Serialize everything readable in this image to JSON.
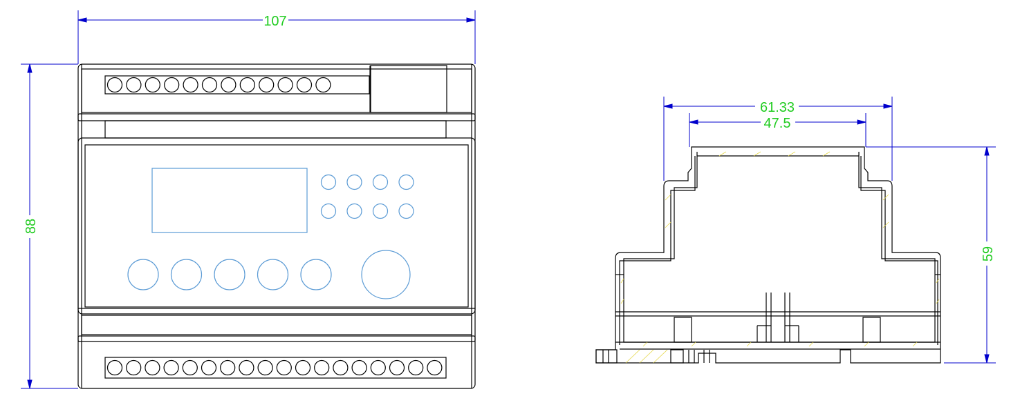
{
  "colors": {
    "outline": "#000000",
    "dimension": "#0000cc",
    "dimension_text": "#22cc22",
    "component": "#5b9bd5",
    "hatch": "#e6d84a"
  },
  "dimensions": {
    "front_width": "107",
    "front_height": "88",
    "side_outer_width": "61.33",
    "side_inner_width": "47.5",
    "side_height": "59"
  },
  "front_view": {
    "top_terminal_count": 12,
    "bottom_terminal_count": 18,
    "small_button_count": 8,
    "large_knob_count": 5,
    "dial_count": 1
  }
}
